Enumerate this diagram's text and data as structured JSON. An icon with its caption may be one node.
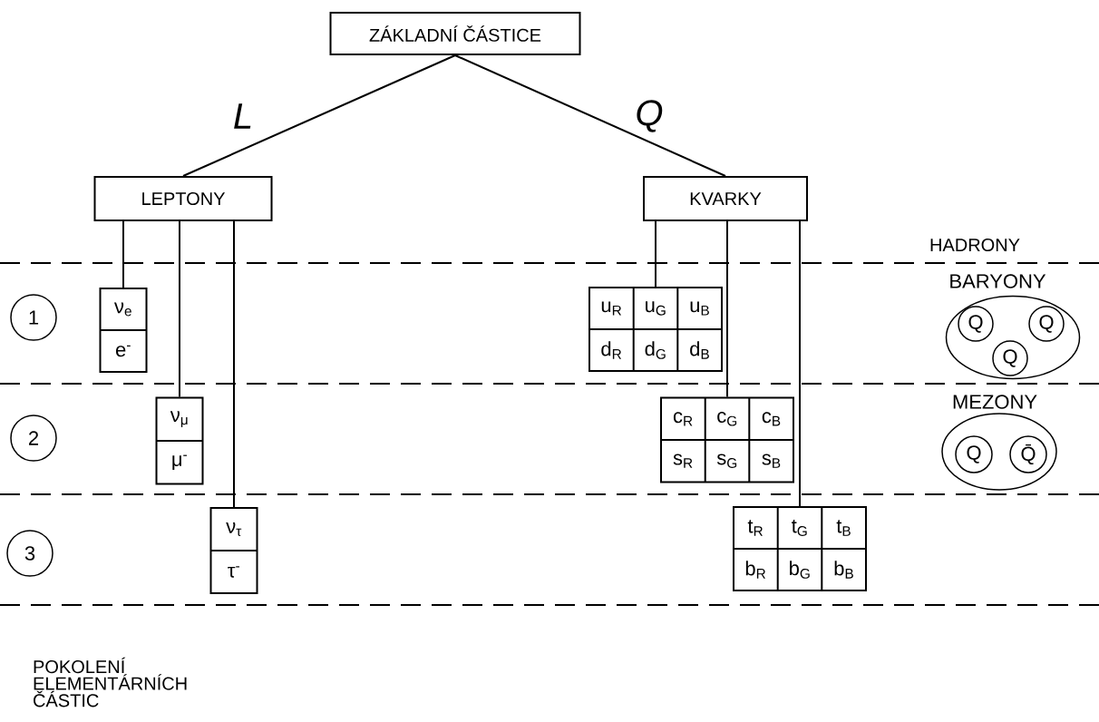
{
  "diagram": {
    "nodes": [
      {
        "text": [
          "ZÁKLADNÍ ČÁSTICE"
        ]
      },
      {
        "text": [
          "LEPTONY"
        ]
      },
      {
        "text": [
          "KVARKY"
        ]
      },
      {
        "text": [
          "ν$_{e}$",
          "e$^{-}$"
        ]
      },
      {
        "text": [
          "ν$_{μ}$",
          "μ$^{-}$"
        ]
      },
      {
        "text": [
          "ν$_{τ}$",
          "τ$^{-}$"
        ]
      },
      {
        "text": [
          "u$_{R}$",
          "u$_{G}$",
          "u$_{B}$",
          "d$_{R}$",
          "d$_{G}$",
          "d$_{B}$"
        ]
      },
      {
        "text": [
          "c$_{R}$",
          "c$_{G}$",
          "c$_{B}$",
          "s$_{R}$",
          "s$_{G}$",
          "s$_{B}$"
        ]
      },
      {
        "text": [
          "t$_{R}$",
          "t$_{G}$",
          "t$_{B}$",
          "b$_{R}$",
          "b$_{G}$",
          "b$_{B}$"
        ]
      },
      {
        "text": [
          "BARYONY"
        ]
      },
      {
        "text": [
          "Q"
        ],
        "in": 9
      },
      {
        "text": [
          "Q"
        ],
        "in": 9
      },
      {
        "text": [
          "Q"
        ],
        "in": 9
      },
      {
        "text": [
          "MEZONY"
        ]
      },
      {
        "text": [
          "Q"
        ],
        "in": 13
      },
      {
        "text": [
          "Q̄"
        ],
        "in": 13
      },
      {
        "text": [
          "1"
        ]
      },
      {
        "text": [
          "2"
        ]
      },
      {
        "text": [
          "3"
        ]
      }
    ],
    "edges": [
      {
        "from": 0,
        "to": 1,
        "arrow": "none",
        "label": "L"
      },
      {
        "from": 0,
        "to": 2,
        "arrow": "none",
        "label": "Q"
      },
      {
        "from": 1,
        "to": 3,
        "arrow": "none"
      },
      {
        "from": 1,
        "to": 4,
        "arrow": "none"
      },
      {
        "from": 1,
        "to": 5,
        "arrow": "none"
      },
      {
        "from": 2,
        "to": 6,
        "arrow": "none"
      },
      {
        "from": 2,
        "to": 7,
        "arrow": "none"
      },
      {
        "from": 2,
        "to": 8,
        "arrow": "none"
      }
    ],
    "labels": [
      "HADRONY",
      "POKOLENÍ ELEMENTÁRNÍCH ČÁSTIC"
    ]
  }
}
